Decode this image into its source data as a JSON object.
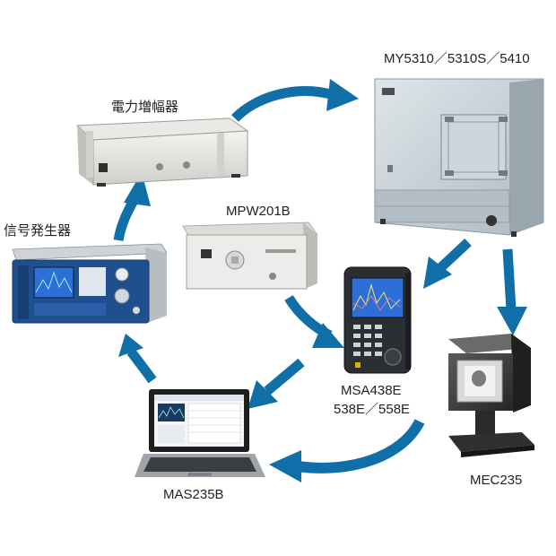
{
  "colors": {
    "arrow": "#0f6fa6",
    "panel_blue": "#1f4f8f",
    "screen_blue": "#2c6fd6",
    "enclosure": "#c9d2d8",
    "device_grey": "#d9d9d6",
    "cube_dark": "#3b3b3b"
  },
  "labels": {
    "shield_box": "MY5310／5310S／5410",
    "amplifier": "電力増幅器",
    "signal_generator": "信号発生器",
    "power_meter": "MPW201B",
    "spectrum_analyzer_line1": "MSA438E",
    "spectrum_analyzer_line2": "538E／558E",
    "probe": "MEC235",
    "software": "MAS235B"
  },
  "icons": {
    "arrow": "curved-arrow-icon",
    "device": "instrument-icon"
  }
}
